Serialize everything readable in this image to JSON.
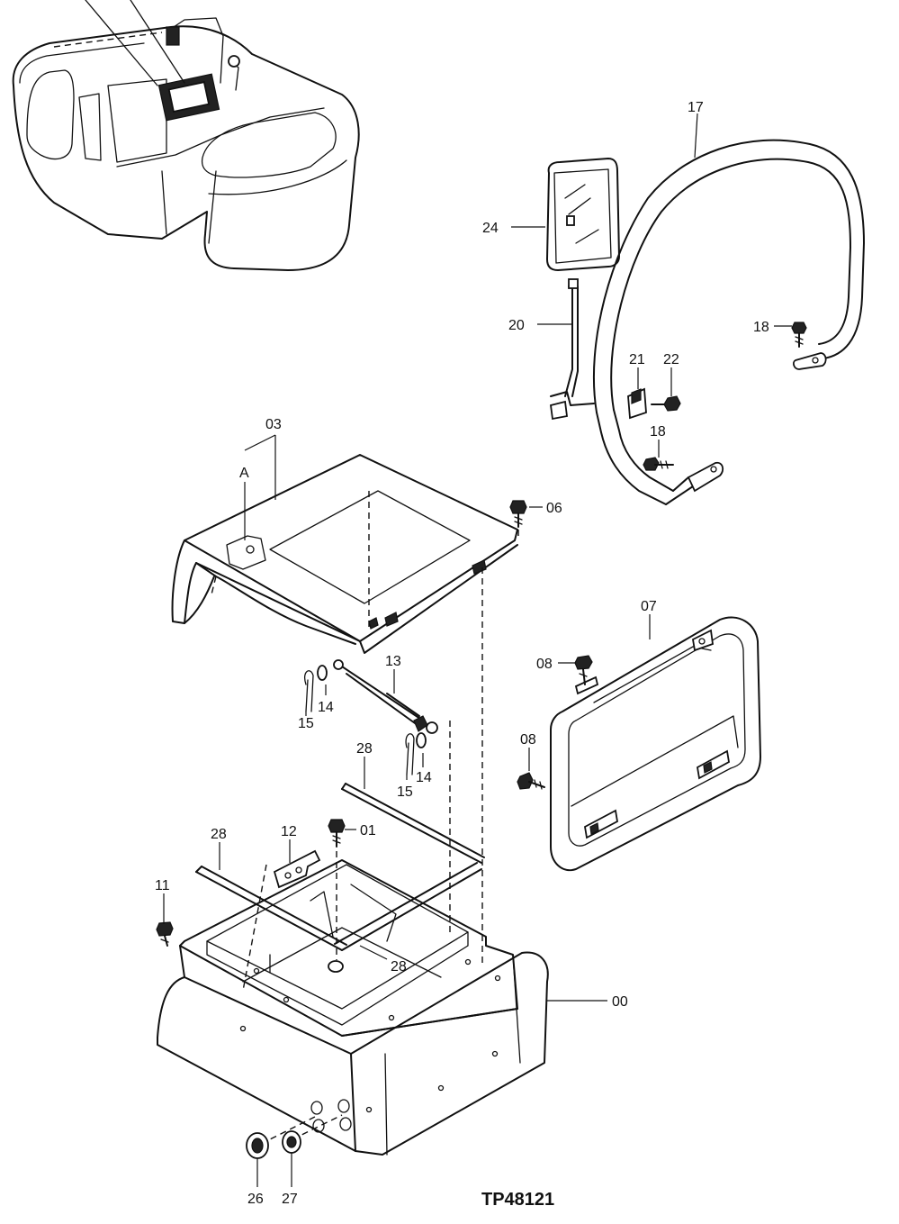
{
  "reference": "TP48121",
  "part_labels": {
    "p00": "00",
    "p01": "01",
    "p03": "03",
    "pA": "A",
    "p06": "06",
    "p07": "07",
    "p08a": "08",
    "p08b": "08",
    "p11": "11",
    "p12": "12",
    "p13": "13",
    "p14a": "14",
    "p14b": "14",
    "p15a": "15",
    "p15b": "15",
    "p17": "17",
    "p18a": "18",
    "p18b": "18",
    "p20": "20",
    "p21": "21",
    "p22": "22",
    "p24": "24",
    "p26": "26",
    "p27": "27",
    "p28a": "28",
    "p28b": "28",
    "p28c": "28"
  }
}
